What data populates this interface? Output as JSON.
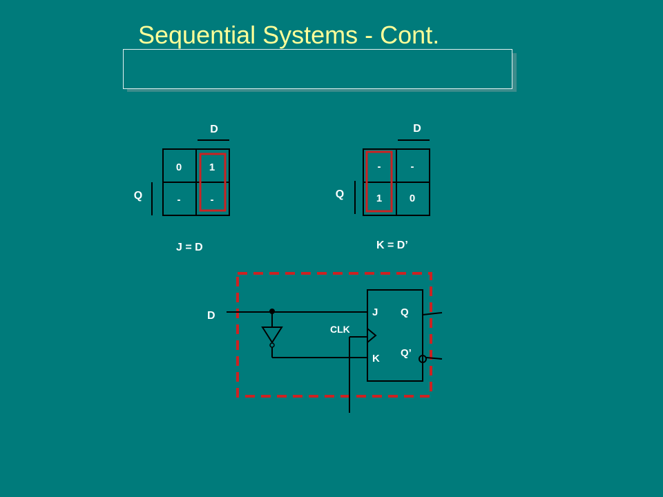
{
  "title": "Sequential Systems - Cont.",
  "kmap_j": {
    "col_var": "D",
    "row_var": "Q",
    "cells": [
      "0",
      "1",
      "-",
      "-"
    ],
    "equation": "J = D"
  },
  "kmap_k": {
    "col_var": "D",
    "row_var": "Q",
    "cells": [
      "-",
      "-",
      "1",
      "0"
    ],
    "equation": "K = D’"
  },
  "circuit": {
    "input_label": "D",
    "pin_j": "J",
    "pin_k": "K",
    "pin_q": "Q",
    "pin_qbar": "Q’",
    "clk_label": "CLK"
  },
  "colors": {
    "background": "#007b7b",
    "title": "#ffff99",
    "highlight": "#cc2222",
    "line": "#000000",
    "text": "#ffffff"
  }
}
